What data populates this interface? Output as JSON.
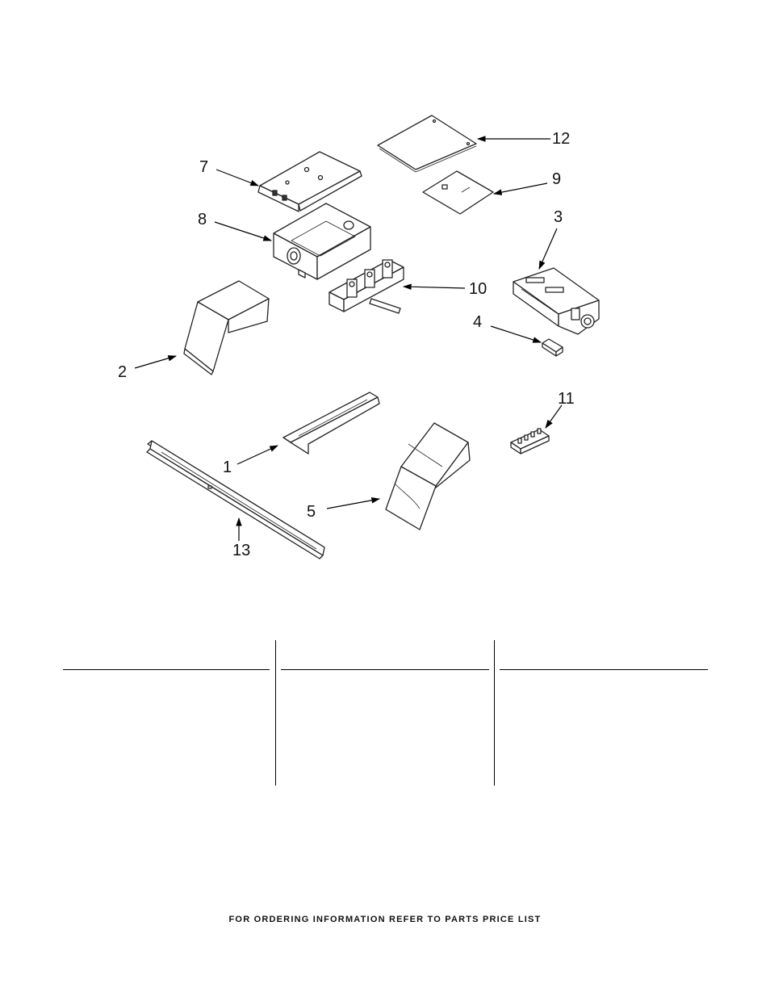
{
  "callouts": {
    "c1": "1",
    "c2": "2",
    "c3": "3",
    "c4": "4",
    "c5": "5",
    "c7": "7",
    "c8": "8",
    "c9": "9",
    "c10": "10",
    "c11": "11",
    "c12": "12",
    "c13": "13"
  },
  "footer": "FOR ORDERING INFORMATION REFER TO PARTS PRICE LIST"
}
